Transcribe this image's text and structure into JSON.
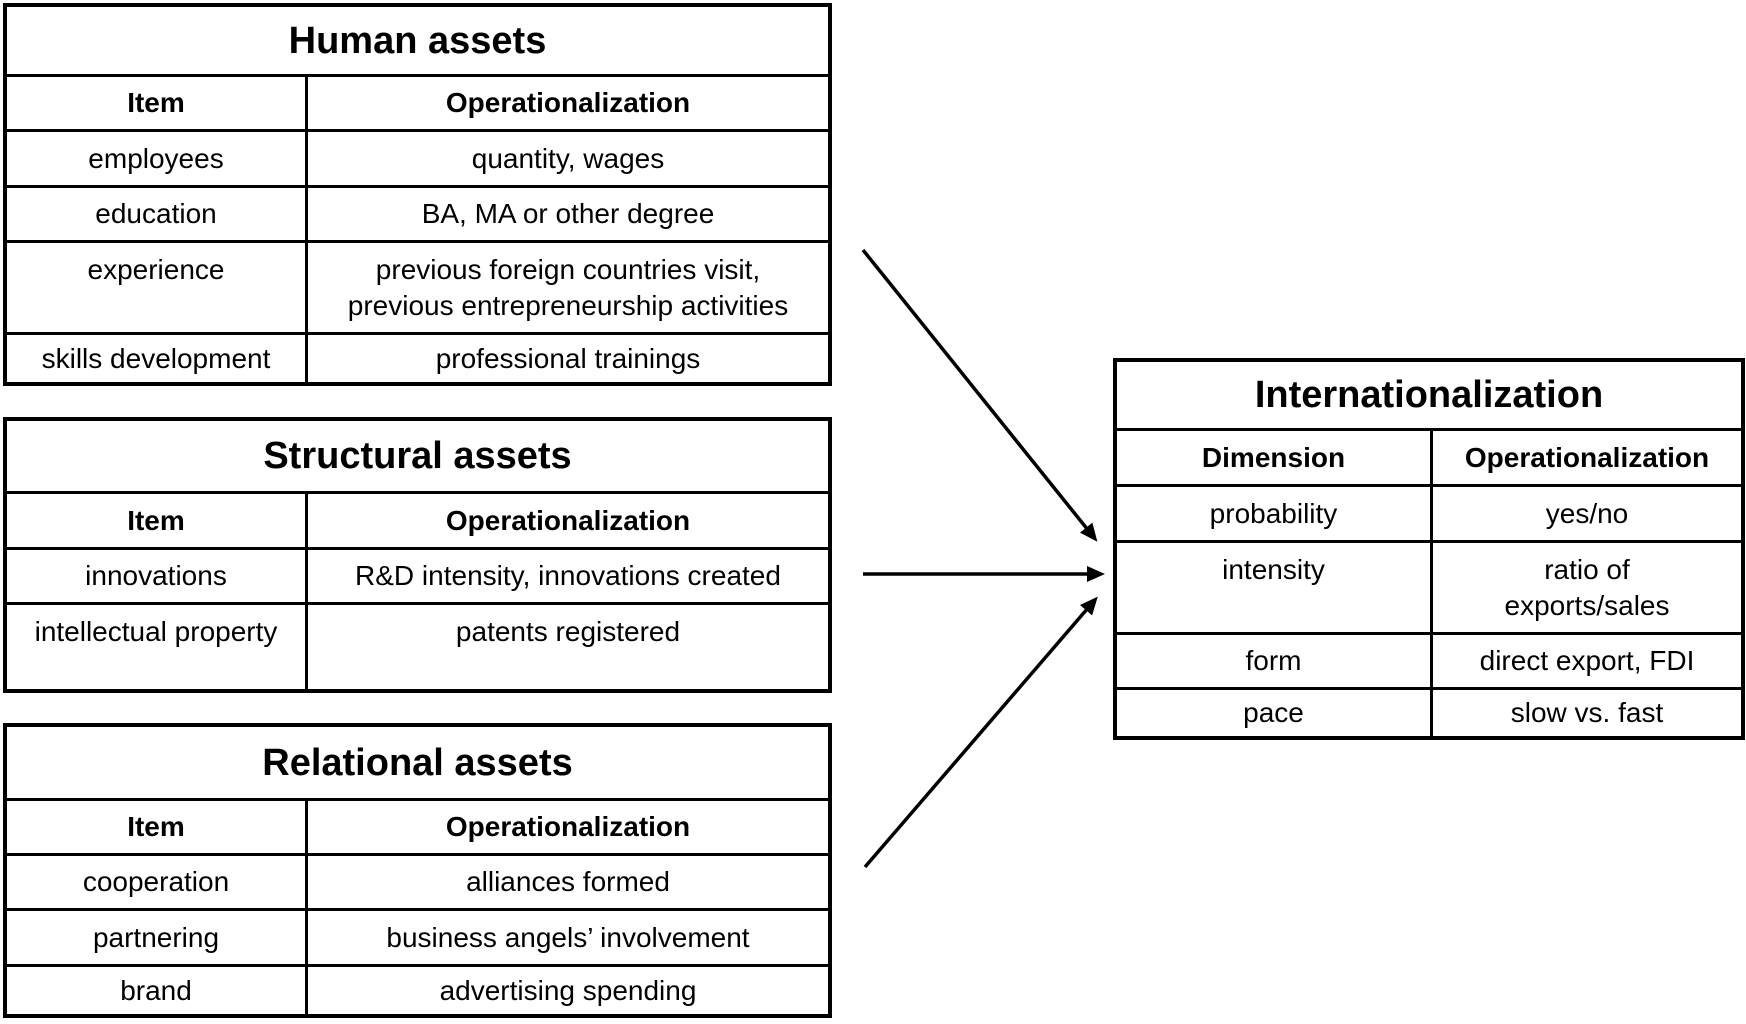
{
  "colors": {
    "border": "#000000",
    "background": "#ffffff",
    "text": "#000000",
    "arrow": "#000000"
  },
  "tables": {
    "human": {
      "title": "Human assets",
      "col1_header": "Item",
      "col2_header": "Operationalization",
      "rows": [
        {
          "item": "employees",
          "op": "quantity, wages"
        },
        {
          "item": "education",
          "op": "BA, MA or other degree"
        },
        {
          "item": "experience",
          "op": "previous foreign countries visit,",
          "op2": "previous entrepreneurship activities"
        },
        {
          "item": "skills development",
          "op": "professional trainings"
        }
      ]
    },
    "structural": {
      "title": "Structural assets",
      "col1_header": "Item",
      "col2_header": "Operationalization",
      "rows": [
        {
          "item": "innovations",
          "op": "R&D intensity, innovations created"
        },
        {
          "item": "intellectual property",
          "op": "patents registered"
        }
      ]
    },
    "relational": {
      "title": "Relational assets",
      "col1_header": "Item",
      "col2_header": "Operationalization",
      "rows": [
        {
          "item": "cooperation",
          "op": "alliances formed"
        },
        {
          "item": "partnering",
          "op": "business angels’ involvement"
        },
        {
          "item": "brand",
          "op": "advertising spending"
        }
      ]
    },
    "internationalization": {
      "title": "Internationalization",
      "col1_header": "Dimension",
      "col2_header": "Operationalization",
      "rows": [
        {
          "item": "probability",
          "op": "yes/no"
        },
        {
          "item": "intensity",
          "op": "ratio of",
          "op2": "exports/sales"
        },
        {
          "item": "form",
          "op": "direct export, FDI"
        },
        {
          "item": "pace",
          "op": "slow vs. fast"
        }
      ]
    }
  },
  "arrows": [
    {
      "from": "human-assets",
      "to": "internationalization"
    },
    {
      "from": "structural-assets",
      "to": "internationalization"
    },
    {
      "from": "relational-assets",
      "to": "internationalization"
    }
  ]
}
